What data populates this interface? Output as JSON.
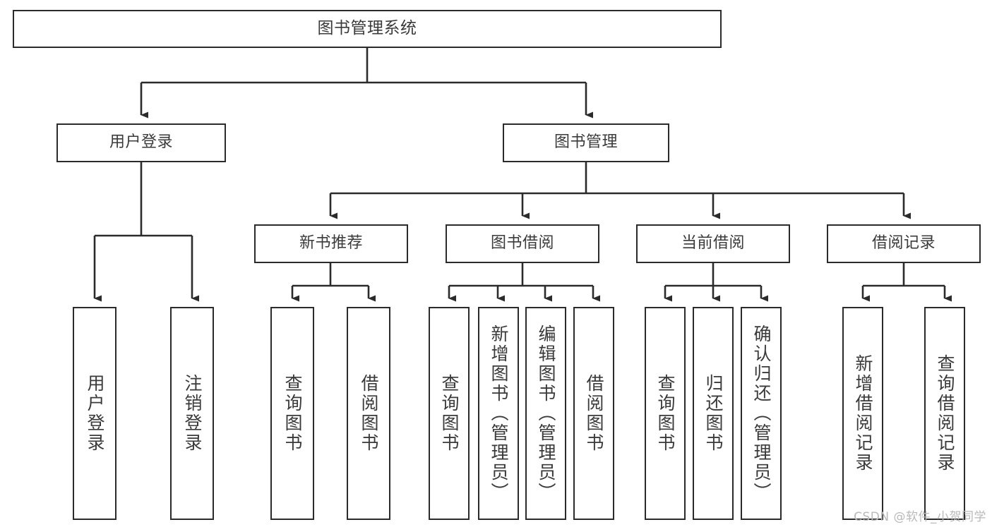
{
  "diagram": {
    "title": "图书管理系统",
    "type": "function-structure-tree",
    "colors": {
      "box_border": "#2b2b2b",
      "box_fill": "#ffffff",
      "edge": "#2b2b2b",
      "text": "#3a3a3a",
      "watermark": "#b9b9b9",
      "canvas": "#ffffff"
    },
    "root": {
      "label": "图书管理系统"
    },
    "level2": [
      {
        "id": "user-login",
        "label": "用户登录"
      },
      {
        "id": "book-management",
        "label": "图书管理"
      }
    ],
    "level3": [
      {
        "id": "new-book-recommend",
        "label": "新书推荐"
      },
      {
        "id": "book-borrow",
        "label": "图书借阅"
      },
      {
        "id": "current-borrow",
        "label": "当前借阅"
      },
      {
        "id": "borrow-record",
        "label": "借阅记录"
      }
    ],
    "leaves": {
      "user-login": [
        {
          "id": "leaf-user-login",
          "label": "用户登录"
        },
        {
          "id": "leaf-user-logout",
          "label": "注销登录"
        }
      ],
      "new-book-recommend": [
        {
          "id": "leaf-query-book-1",
          "label": "查询图书"
        },
        {
          "id": "leaf-borrow-book-1",
          "label": "借阅图书"
        }
      ],
      "book-borrow": [
        {
          "id": "leaf-query-book-2",
          "label": "查询图书"
        },
        {
          "id": "leaf-add-book",
          "label": "新增图书（管理员）"
        },
        {
          "id": "leaf-edit-book",
          "label": "编辑图书（管理员）"
        },
        {
          "id": "leaf-borrow-book-2",
          "label": "借阅图书"
        }
      ],
      "current-borrow": [
        {
          "id": "leaf-query-book-3",
          "label": "查询图书"
        },
        {
          "id": "leaf-return-book",
          "label": "归还图书"
        },
        {
          "id": "leaf-confirm-return",
          "label": "确认归还（管理员）"
        }
      ],
      "borrow-record": [
        {
          "id": "leaf-add-record",
          "label": "新增借阅记录"
        },
        {
          "id": "leaf-query-record",
          "label": "查询借阅记录"
        }
      ]
    },
    "watermark": "CSDN @软件_小贺同学"
  }
}
